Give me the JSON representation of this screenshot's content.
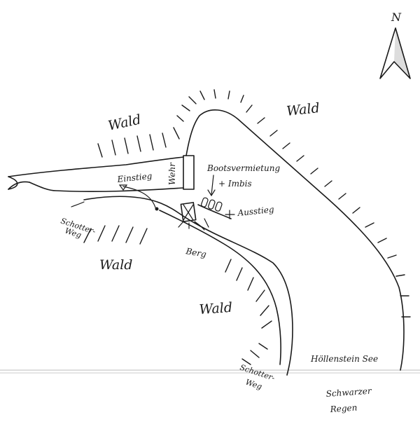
{
  "labels": {
    "forest_top_left": "Wald",
    "forest_top_right": "Wald",
    "forest_mid_left": "Wald",
    "forest_mid": "Wald",
    "weir": "Wehr",
    "boat_rental_line1": "Bootsvermietung",
    "boat_rental_line2": "+ Imbis",
    "boarding": "Einstieg",
    "exit": "Ausstieg",
    "mountain": "Berg",
    "gravel_path_top_line1": "Schotter-",
    "gravel_path_top_line2": "Weg",
    "gravel_path_bottom_line1": "Schotter-",
    "gravel_path_bottom_line2": "Weg",
    "lake": "Höllenstein See",
    "river_line1": "Schwarzer",
    "river_line2": "Regen",
    "north": "N"
  },
  "icons": {
    "north_arrow": "north-arrow-icon",
    "weir_symbol": "weir-rectangle-icon",
    "boarding_marker": "triangle-marker-icon",
    "boats": "boat-icon"
  }
}
